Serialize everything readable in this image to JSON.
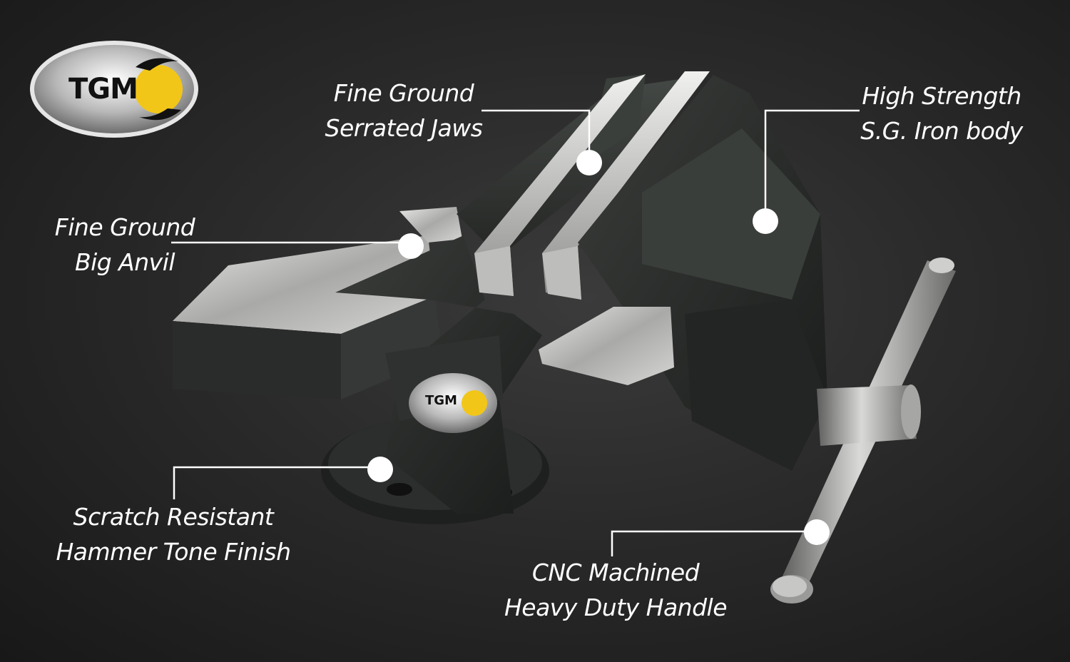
{
  "brand": {
    "logo_text": "TGM",
    "badge_text": "TGM",
    "accent_color": "#f2c618"
  },
  "callouts": {
    "jaws": {
      "line1": "Fine Ground",
      "line2": "Serrated Jaws"
    },
    "body": {
      "line1": "High Strength",
      "line2": "S.G.  Iron body"
    },
    "anvil": {
      "line1": "Fine Ground",
      "line2": "Big Anvil"
    },
    "finish": {
      "line1": "Scratch Resistant",
      "line2": "Hammer Tone Finish"
    },
    "handle": {
      "line1": "CNC Machined",
      "line2": "Heavy Duty Handle"
    }
  }
}
